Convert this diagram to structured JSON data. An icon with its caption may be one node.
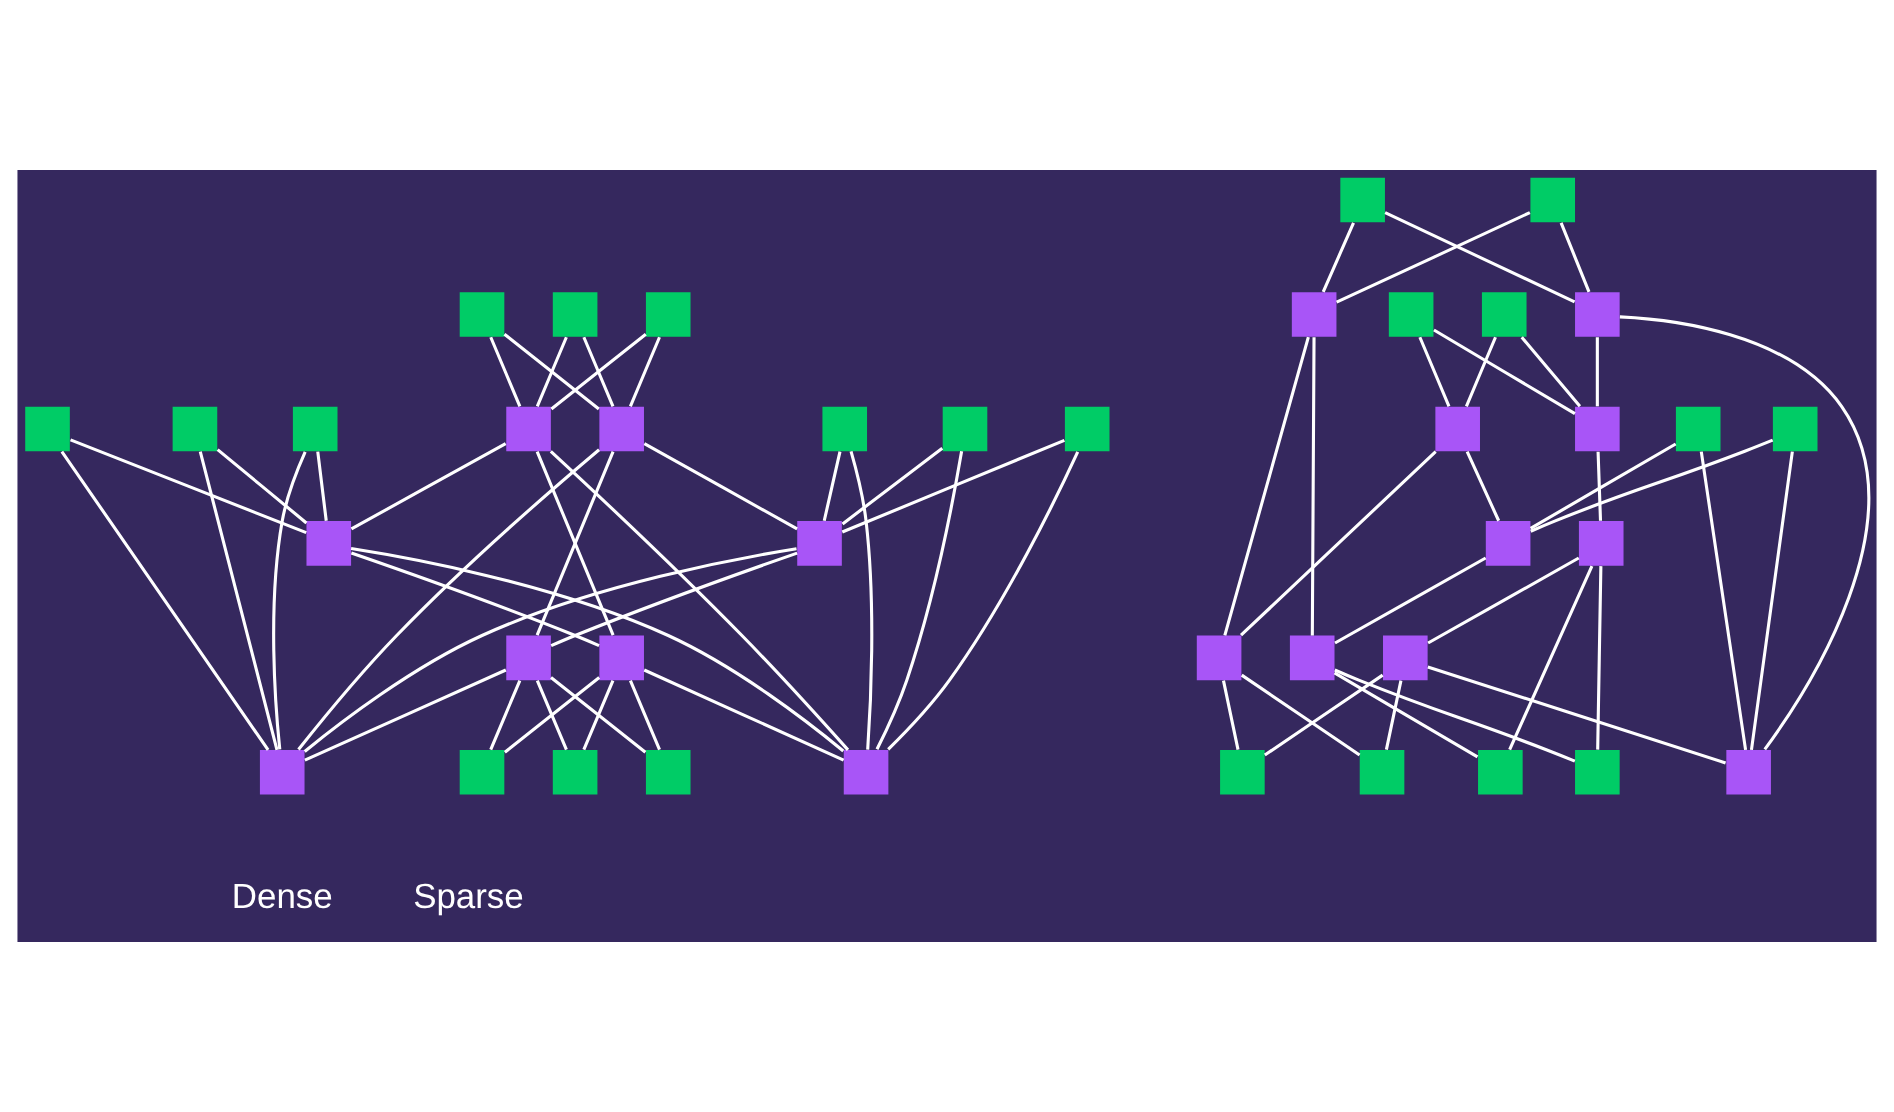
{
  "diagram": {
    "nodes": [
      {
        "text": [],
        "shape": "box"
      },
      {
        "text": [],
        "shape": "box"
      },
      {
        "text": [],
        "shape": "box"
      },
      {
        "text": [],
        "shape": "box"
      },
      {
        "text": [],
        "shape": "box"
      },
      {
        "text": [],
        "shape": "box"
      },
      {
        "text": [],
        "shape": "box"
      },
      {
        "text": [],
        "shape": "box"
      },
      {
        "text": [],
        "shape": "box"
      },
      {
        "text": [],
        "shape": "box"
      },
      {
        "text": [],
        "shape": "box"
      },
      {
        "text": [],
        "shape": "box"
      },
      {
        "text": [],
        "shape": "box"
      },
      {
        "text": [],
        "shape": "box"
      },
      {
        "text": [],
        "shape": "box"
      },
      {
        "text": [],
        "shape": "box"
      },
      {
        "text": [],
        "shape": "box"
      },
      {
        "text": [],
        "shape": "box"
      },
      {
        "text": [],
        "shape": "box"
      },
      {
        "text": [],
        "shape": "box"
      },
      {
        "text": [],
        "shape": "box"
      },
      {
        "text": [],
        "shape": "box"
      },
      {
        "text": [],
        "shape": "box"
      },
      {
        "text": [],
        "shape": "box"
      },
      {
        "text": [],
        "shape": "box"
      },
      {
        "text": [],
        "shape": "box"
      },
      {
        "text": [],
        "shape": "box"
      },
      {
        "text": [],
        "shape": "box"
      },
      {
        "text": [],
        "shape": "box"
      },
      {
        "text": [],
        "shape": "box"
      },
      {
        "text": [],
        "shape": "box"
      },
      {
        "text": [],
        "shape": "box"
      },
      {
        "text": [],
        "shape": "box"
      },
      {
        "text": [],
        "shape": "box"
      },
      {
        "text": [],
        "shape": "box"
      },
      {
        "text": [],
        "shape": "box"
      },
      {
        "text": [],
        "shape": "box"
      },
      {
        "text": [],
        "shape": "box"
      },
      {
        "text": [],
        "shape": "box"
      },
      {
        "text": [],
        "shape": "box"
      }
    ],
    "edges": [
      {
        "from": 0,
        "to": 3,
        "arrow": "none"
      },
      {
        "from": 0,
        "to": 4,
        "arrow": "none"
      },
      {
        "from": 1,
        "to": 3,
        "arrow": "none"
      },
      {
        "from": 1,
        "to": 4,
        "arrow": "none"
      },
      {
        "from": 2,
        "to": 3,
        "arrow": "none"
      },
      {
        "from": 2,
        "to": 4,
        "arrow": "none"
      },
      {
        "from": 5,
        "to": 6,
        "arrow": "none"
      },
      {
        "from": 5,
        "to": 12,
        "arrow": "none"
      },
      {
        "from": 9,
        "to": 6,
        "arrow": "none"
      },
      {
        "from": 9,
        "to": 12,
        "arrow": "none"
      },
      {
        "from": 11,
        "to": 6,
        "arrow": "none"
      },
      {
        "from": 11,
        "to": 12,
        "arrow": "none"
      },
      {
        "from": 8,
        "to": 7,
        "arrow": "none"
      },
      {
        "from": 8,
        "to": 13,
        "arrow": "none"
      },
      {
        "from": 10,
        "to": 7,
        "arrow": "none"
      },
      {
        "from": 10,
        "to": 13,
        "arrow": "none"
      },
      {
        "from": 14,
        "to": 7,
        "arrow": "none"
      },
      {
        "from": 14,
        "to": 13,
        "arrow": "none"
      },
      {
        "from": 15,
        "to": 17,
        "arrow": "none"
      },
      {
        "from": 15,
        "to": 18,
        "arrow": "none"
      },
      {
        "from": 15,
        "to": 19,
        "arrow": "none"
      },
      {
        "from": 16,
        "to": 17,
        "arrow": "none"
      },
      {
        "from": 16,
        "to": 18,
        "arrow": "none"
      },
      {
        "from": 16,
        "to": 19,
        "arrow": "none"
      },
      {
        "from": 3,
        "to": 7,
        "arrow": "none"
      },
      {
        "from": 7,
        "to": 16,
        "arrow": "none"
      },
      {
        "from": 16,
        "to": 12,
        "arrow": "none"
      },
      {
        "from": 12,
        "to": 3,
        "arrow": "none"
      },
      {
        "from": 4,
        "to": 6,
        "arrow": "none"
      },
      {
        "from": 6,
        "to": 15,
        "arrow": "none"
      },
      {
        "from": 15,
        "to": 13,
        "arrow": "none"
      },
      {
        "from": 13,
        "to": 4,
        "arrow": "none"
      },
      {
        "from": 3,
        "to": 16,
        "arrow": "none"
      },
      {
        "from": 4,
        "to": 15,
        "arrow": "none"
      },
      {
        "from": 6,
        "to": 13,
        "arrow": "none"
      },
      {
        "from": 12,
        "to": 7,
        "arrow": "none"
      },
      {
        "from": 20,
        "to": 22,
        "arrow": "none"
      },
      {
        "from": 20,
        "to": 23,
        "arrow": "none"
      },
      {
        "from": 21,
        "to": 22,
        "arrow": "none"
      },
      {
        "from": 21,
        "to": 23,
        "arrow": "none"
      },
      {
        "from": 24,
        "to": 26,
        "arrow": "none"
      },
      {
        "from": 24,
        "to": 30,
        "arrow": "none"
      },
      {
        "from": 28,
        "to": 26,
        "arrow": "none"
      },
      {
        "from": 28,
        "to": 30,
        "arrow": "none"
      },
      {
        "from": 25,
        "to": 27,
        "arrow": "none"
      },
      {
        "from": 25,
        "to": 31,
        "arrow": "none"
      },
      {
        "from": 29,
        "to": 27,
        "arrow": "none"
      },
      {
        "from": 29,
        "to": 31,
        "arrow": "none"
      },
      {
        "from": 32,
        "to": 36,
        "arrow": "none"
      },
      {
        "from": 32,
        "to": 38,
        "arrow": "none"
      },
      {
        "from": 34,
        "to": 36,
        "arrow": "none"
      },
      {
        "from": 34,
        "to": 38,
        "arrow": "none"
      },
      {
        "from": 35,
        "to": 39,
        "arrow": "none"
      },
      {
        "from": 35,
        "to": 37,
        "arrow": "none"
      },
      {
        "from": 33,
        "to": 39,
        "arrow": "none"
      },
      {
        "from": 33,
        "to": 37,
        "arrow": "none"
      },
      {
        "from": 22,
        "to": 34,
        "arrow": "none"
      },
      {
        "from": 22,
        "to": 33,
        "arrow": "none"
      },
      {
        "from": 23,
        "to": 26,
        "arrow": "none"
      },
      {
        "from": 23,
        "to": 31,
        "arrow": "none"
      },
      {
        "from": 26,
        "to": 32,
        "arrow": "none"
      },
      {
        "from": 30,
        "to": 27,
        "arrow": "none"
      },
      {
        "from": 30,
        "to": 33,
        "arrow": "none"
      },
      {
        "from": 27,
        "to": 34,
        "arrow": "none"
      },
      {
        "from": 32,
        "to": 35,
        "arrow": "none"
      },
      {
        "from": 35,
        "to": 31,
        "arrow": "none"
      }
    ],
    "labels": [
      "Dense",
      "Sparse"
    ]
  }
}
